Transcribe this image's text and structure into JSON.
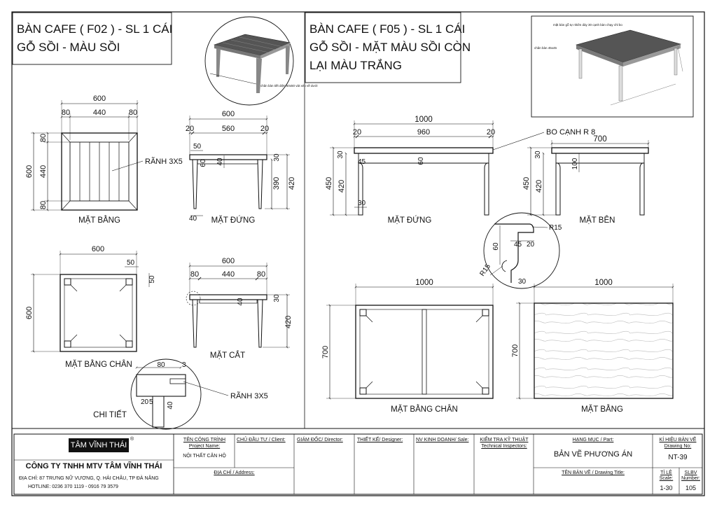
{
  "titles": {
    "f02_line1": "BÀN CAFE ( F02 ) - SL 1 CÁI",
    "f02_line2": "GỖ SỒI - MÀU SỒI",
    "f05_line1": "BÀN CAFE ( F05 ) - SL 1 CÁI",
    "f05_line2": "GỖ SỒI - MẶT MÀU SỒI CÒN",
    "f05_line3": "LẠI MÀU TRẮNG"
  },
  "preview_notes": {
    "f02_note": "chân bàn tiết diện 50x50 vát xéo về dưới",
    "f05_top_note": "mặt bàn gỗ tự nhiên dày 30 cạnh bàn chạy chỉ bo",
    "f05_leg_note": "chân bàn 45x45"
  },
  "f02": {
    "plan": {
      "label": "MẶT BẰNG",
      "w": "600",
      "m1": "80",
      "m2": "440",
      "m3": "80",
      "h": "600",
      "v1": "80",
      "v2": "440",
      "v3": "80",
      "callout": "RÃNH 3X5"
    },
    "elevation": {
      "label": "MẶT ĐỨNG",
      "w": "600",
      "m1": "20",
      "m2": "560",
      "m3": "20",
      "d50": "50",
      "d60": "60",
      "d40": "40",
      "d30": "30",
      "h390": "390",
      "h420": "420",
      "foot": "40"
    },
    "leg_plan": {
      "label": "MẶT BẰNG CHÂN",
      "w": "600",
      "d50a": "50",
      "d50b": "50",
      "h": "600"
    },
    "section": {
      "label": "MẶT CẮT",
      "w": "600",
      "m1": "80",
      "m2": "440",
      "m3": "80",
      "d40": "40",
      "d30": "30",
      "h420": "420"
    },
    "detail": {
      "label": "CHI TIẾT",
      "w80": "80",
      "d3": "3",
      "d20": "20",
      "d5": "5",
      "d40": "40",
      "callout": "RÃNH 3X5"
    }
  },
  "f05": {
    "front": {
      "label": "MẶT ĐỨNG",
      "w": "1000",
      "m1": "20",
      "m2": "960",
      "m3": "20",
      "callout": "BO CẠNH R 8",
      "d30a": "30",
      "d45": "45",
      "d60": "60",
      "h450": "450",
      "h420": "420",
      "d30b": "30"
    },
    "side": {
      "label": "MẶT BÊN",
      "w": "700",
      "d30": "30",
      "d100": "100",
      "h450": "450",
      "h420": "420"
    },
    "profile": {
      "r15a": "R15",
      "d60": "60",
      "d45": "45",
      "d20": "20",
      "r15b": "R15",
      "d30": "30"
    },
    "leg_plan": {
      "label": "MẶT BẰNG CHÂN",
      "w": "1000",
      "h": "700"
    },
    "top_plan": {
      "label": "MẶT BẰNG",
      "w": "1000",
      "h": "700"
    }
  },
  "title_block": {
    "logo": "TÂM VĨNH THÁI",
    "company": "CÔNG TY TNHH MTV TÂM VĨNH THÁI",
    "address": "ĐỊA CHỈ: 87 TRƯNG NỮ VƯƠNG, Q. HẢI CHÂU, TP ĐÀ NẴNG",
    "hotline": "HOTLINE:  0236 370 1119 - 0916 79 3579",
    "project_vi": "TÊN CÔNG TRÌNH",
    "project_en": "Project Name:",
    "project_value": "NỘI THẤT CĂN HỘ",
    "address_label": "ĐỊA CHỈ / Address:",
    "client": "CHỦ ĐẦU TƯ / Client:",
    "director": "GIÁM ĐỐC/ Director:",
    "designer": "THIẾT KẾ/ Designer:",
    "sale": "NV KINH DOANH/ Sale:",
    "inspector_vi": "KIỂM TRA KỸ THUẬT",
    "inspector_en": "Technical Inspectors:",
    "part_label": "HẠNG MỤC / Part:",
    "part_value": "BẢN VẼ PHƯƠNG ÁN",
    "drawing_title": "TÊN BẢN VẼ / Drawing Title:",
    "drawing_no_vi": "KÍ HIỆU BẢN VẼ",
    "drawing_no_en": "Drawing No:",
    "drawing_no": "NT-39",
    "scale_vi": "TỈ LỆ",
    "scale_en": "Scale:",
    "scale": "1-30",
    "slbv_vi": "SLBV",
    "slbv_en": "Number:",
    "slbv": "105"
  }
}
